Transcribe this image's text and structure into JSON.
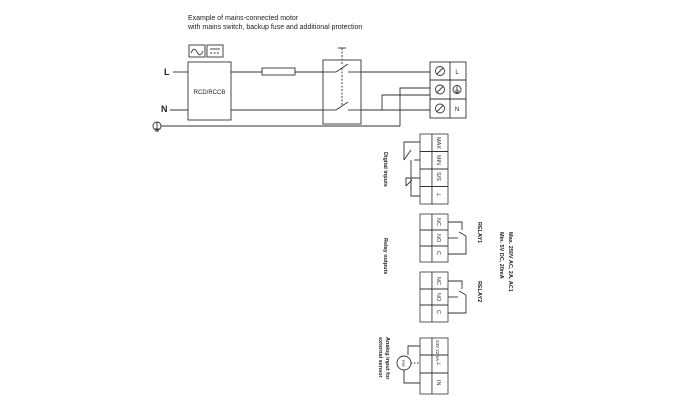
{
  "title_line1": "Example of mains-connected motor",
  "title_line2": "with mains switch, backup fuse and additional protection",
  "line_labels": {
    "l": "L",
    "n": "N"
  },
  "rcd_label": "RCD/RCCB",
  "motor_terminals": {
    "l": "L",
    "n": "N"
  },
  "digital_inputs": {
    "label": "Digital inputs",
    "cells": [
      "MAX",
      "MIN",
      "S/S",
      "⊥"
    ]
  },
  "relay_outputs": {
    "label": "Relay outputs",
    "relay1": {
      "name": "RELAY1",
      "cells": [
        "NC",
        "NO",
        "C"
      ]
    },
    "relay2": {
      "name": "RELAY2",
      "cells": [
        "NC",
        "NO",
        "C"
      ]
    }
  },
  "relay_ratings": {
    "line1": "Max. 250V AC, 2A, AC1",
    "line2": "Min. 5V DC, 20mA"
  },
  "analog_input": {
    "label_line1": "Analog input for",
    "label_line2": "external sensor",
    "cells": [
      "24V 22mA",
      "⊥",
      "IN"
    ],
    "sensor_symbol": "mA"
  },
  "icons": {
    "rcd_type_icons": [
      "ac-wave-icon",
      "dc-pulse-icon"
    ],
    "terminal_icons": [
      "screw-terminal-icon",
      "earth-terminal-icon",
      "screw-terminal-icon"
    ]
  }
}
